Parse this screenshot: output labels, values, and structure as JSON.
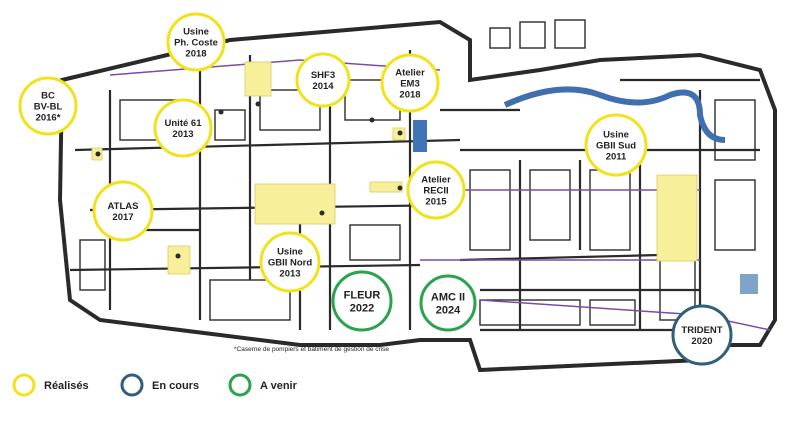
{
  "colors": {
    "done": "#f2e21c",
    "in_progress": "#2f5f7a",
    "upcoming": "#2aa34a",
    "building_fill": "#f7ef9a",
    "blue_building": "#3f74b7",
    "water": "#3f6fb0",
    "road": "#2a2a2a",
    "rail": "#7a4ca3"
  },
  "markers": [
    {
      "id": "usine-ph-coste",
      "status": "done",
      "lines": [
        "Usine",
        "Ph. Coste",
        "2018"
      ]
    },
    {
      "id": "shf3",
      "status": "done",
      "lines": [
        "SHF3",
        "2014"
      ]
    },
    {
      "id": "atelier-em3",
      "status": "done",
      "lines": [
        "Atelier",
        "EM3",
        "2018"
      ]
    },
    {
      "id": "bc-bv-bl",
      "status": "done",
      "lines": [
        "BC",
        "BV-BL",
        "2016*"
      ]
    },
    {
      "id": "unite-61",
      "status": "done",
      "lines": [
        "Unité 61",
        "2013"
      ]
    },
    {
      "id": "usine-gbii-sud",
      "status": "done",
      "lines": [
        "Usine",
        "GBII Sud",
        "2011"
      ]
    },
    {
      "id": "atelier-recii",
      "status": "done",
      "lines": [
        "Atelier",
        "RECII",
        "2015"
      ]
    },
    {
      "id": "atlas",
      "status": "done",
      "lines": [
        "ATLAS",
        "2017"
      ]
    },
    {
      "id": "usine-gbii-nord",
      "status": "done",
      "lines": [
        "Usine",
        "GBII Nord",
        "2013"
      ]
    },
    {
      "id": "fleur",
      "status": "upcoming",
      "lines": [
        "FLEUR",
        "2022"
      ]
    },
    {
      "id": "amc-ii",
      "status": "upcoming",
      "lines": [
        "AMC II",
        "2024"
      ]
    },
    {
      "id": "trident",
      "status": "in_progress",
      "lines": [
        "TRIDENT",
        "2020"
      ]
    }
  ],
  "footnote": "*Caserne de pompiers et bâtiment de gestion de crise",
  "legend": [
    {
      "status": "done",
      "label": "Réalisés"
    },
    {
      "status": "in_progress",
      "label": "En cours"
    },
    {
      "status": "upcoming",
      "label": "A venir"
    }
  ]
}
